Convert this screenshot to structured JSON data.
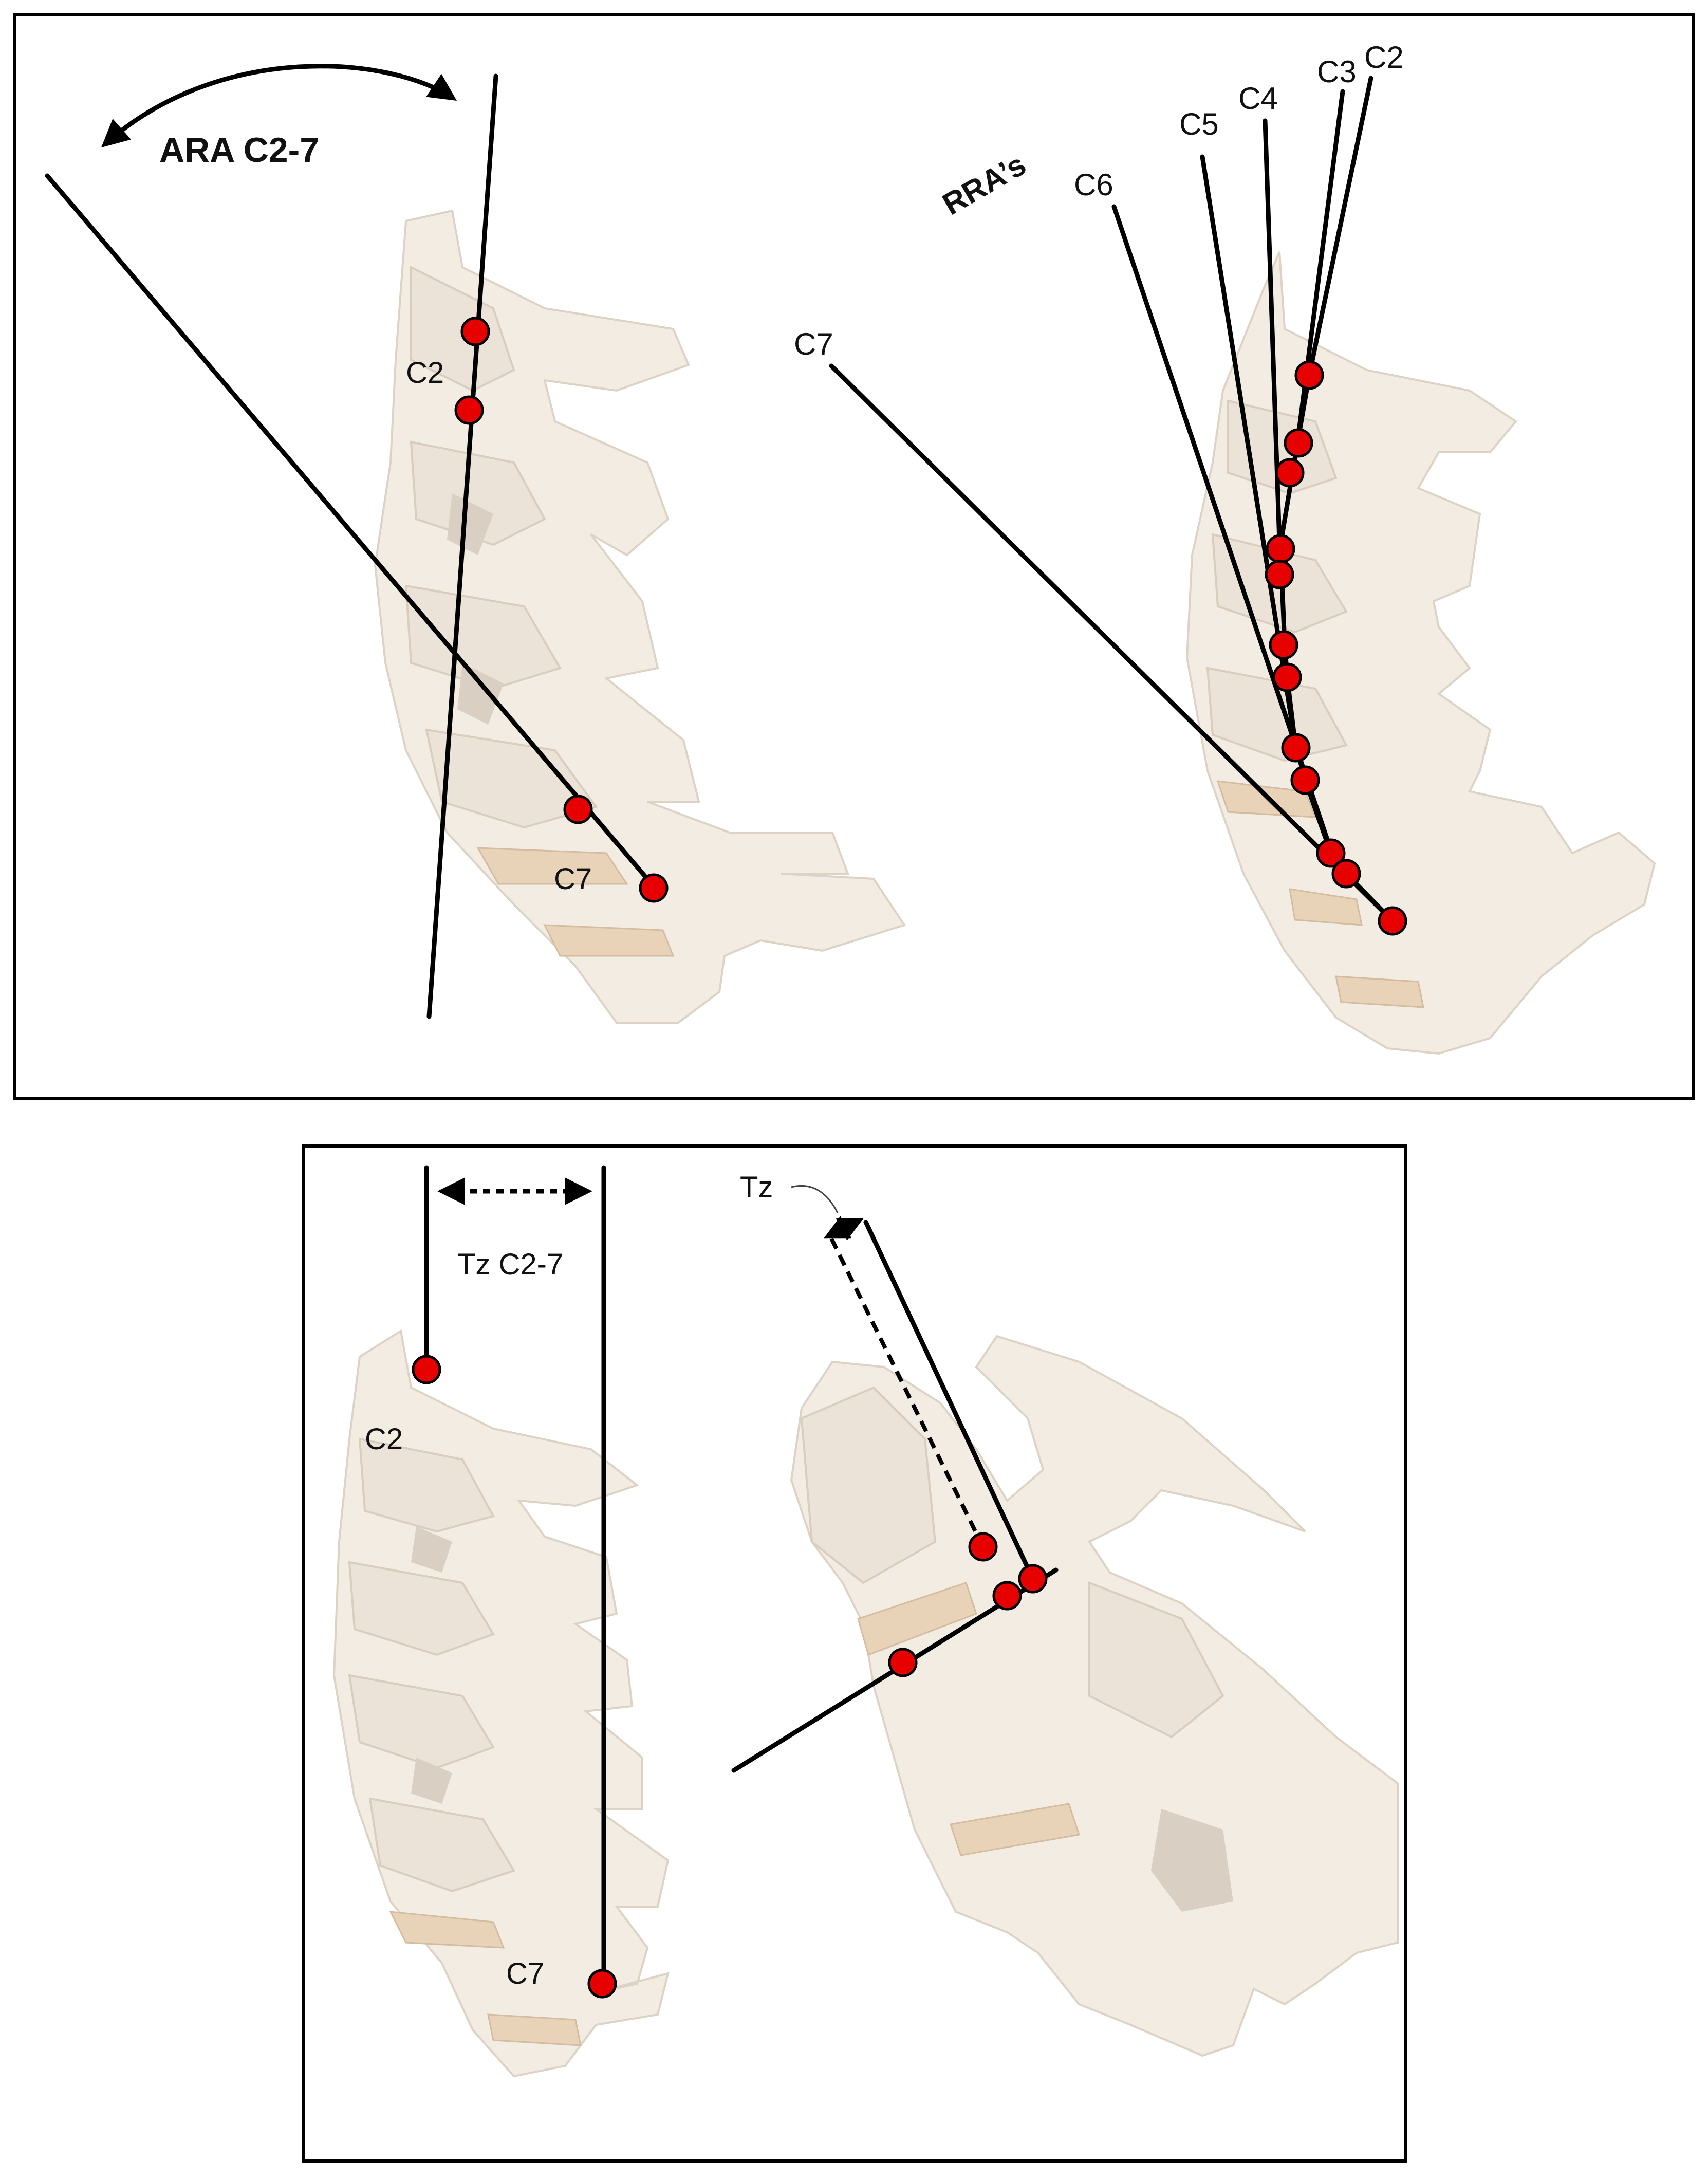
{
  "figure": {
    "panel_top_left": {
      "title": "ARA  C2-7",
      "vertebra_labels": [
        "C2",
        "C7"
      ]
    },
    "panel_top_right": {
      "title": "RRA’s",
      "line_labels": [
        "C2",
        "C3",
        "C4",
        "C5",
        "C6",
        "C7"
      ]
    },
    "panel_bottom_left": {
      "title": "Tz C2-7",
      "vertebra_labels": [
        "C2",
        "C7"
      ]
    },
    "panel_bottom_right": {
      "title": "Tz"
    }
  },
  "colors": {
    "marker": "#e60000",
    "line": "#000000",
    "bone": "#f2ece3",
    "disc": "#e8d2b8"
  }
}
